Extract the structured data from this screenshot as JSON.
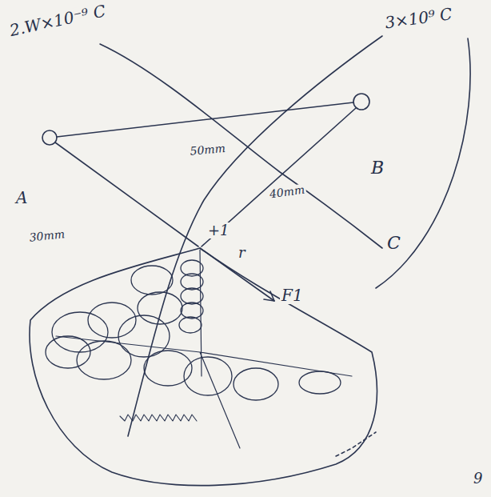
{
  "diagram": {
    "labels": [
      "2.W×10⁻⁹ C",
      "3×10⁹ C",
      "50mm",
      "A",
      "30mm",
      "+1",
      "40mm",
      "B",
      "r",
      "F1",
      "C",
      "9"
    ]
  }
}
